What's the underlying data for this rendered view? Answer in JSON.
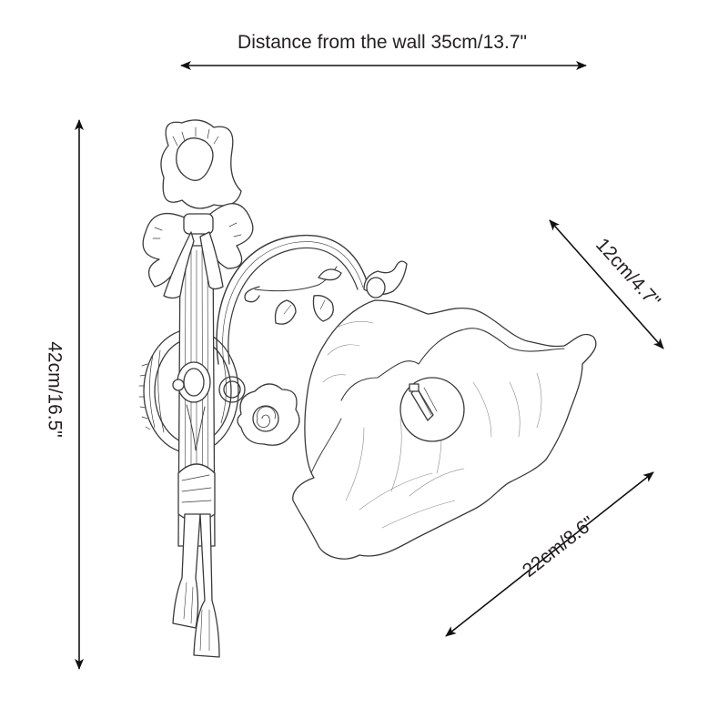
{
  "diagram": {
    "subject": "Wall sconce lamp line drawing with ribbon bow backplate, rose accents and ruffled flower glass shade",
    "background_color": "#ffffff",
    "line_color": "#231f20",
    "dimensions": {
      "distance_from_wall": {
        "label": "Distance from the wall 35cm/13.7\"",
        "value_cm": 35,
        "value_in": 13.7,
        "orientation": "horizontal"
      },
      "height": {
        "label": "42cm/16.5\"",
        "value_cm": 42,
        "value_in": 16.5,
        "orientation": "vertical"
      },
      "shade_depth": {
        "label": "12cm/4.7\"",
        "value_cm": 12,
        "value_in": 4.7,
        "orientation": "diagonal"
      },
      "shade_width": {
        "label": "22cm/8.6\"",
        "value_cm": 22,
        "value_in": 8.6,
        "orientation": "diagonal"
      }
    },
    "parts": {
      "bow": "ribbon-bow",
      "backplate": "oval-backplate",
      "arm": "curved-arm",
      "leaves": "leaf-sprig",
      "rose": "rose-ornament",
      "shade": "ruffled-glass-shade",
      "bulb": "bulb-socket",
      "tassels": "tassels"
    }
  }
}
